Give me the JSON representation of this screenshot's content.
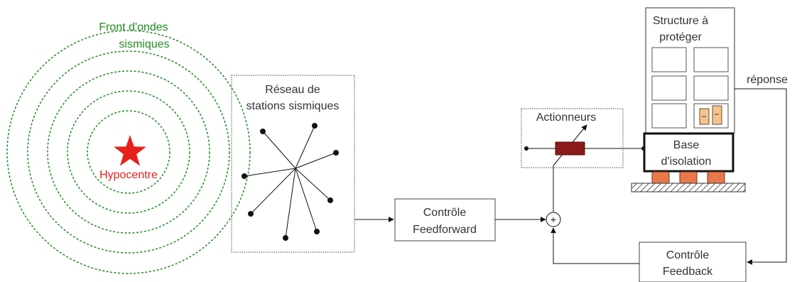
{
  "labels": {
    "wavefront": [
      "Front d'ondes",
      "sismiques"
    ],
    "hypocentre": "Hypocentre",
    "network": [
      "Réseau de",
      "stations sismiques"
    ],
    "actuators": "Actionneurs",
    "structure": [
      "Structure à",
      "protéger"
    ],
    "response": "réponse",
    "isolation_base": [
      "Base",
      "d'isolation"
    ],
    "feedforward": [
      "Contrôle",
      "Feedforward"
    ],
    "feedback": [
      "Contrôle",
      "Feedback"
    ],
    "sum": "+"
  },
  "colors": {
    "wave": "#1e8c1e",
    "hypocentre": "#e8201a",
    "actuator": "#8b1a1a",
    "isolator": "#e8774a",
    "door": "#f5c48c",
    "line": "#111111"
  },
  "icons": {
    "hypocentre": "star-icon"
  }
}
